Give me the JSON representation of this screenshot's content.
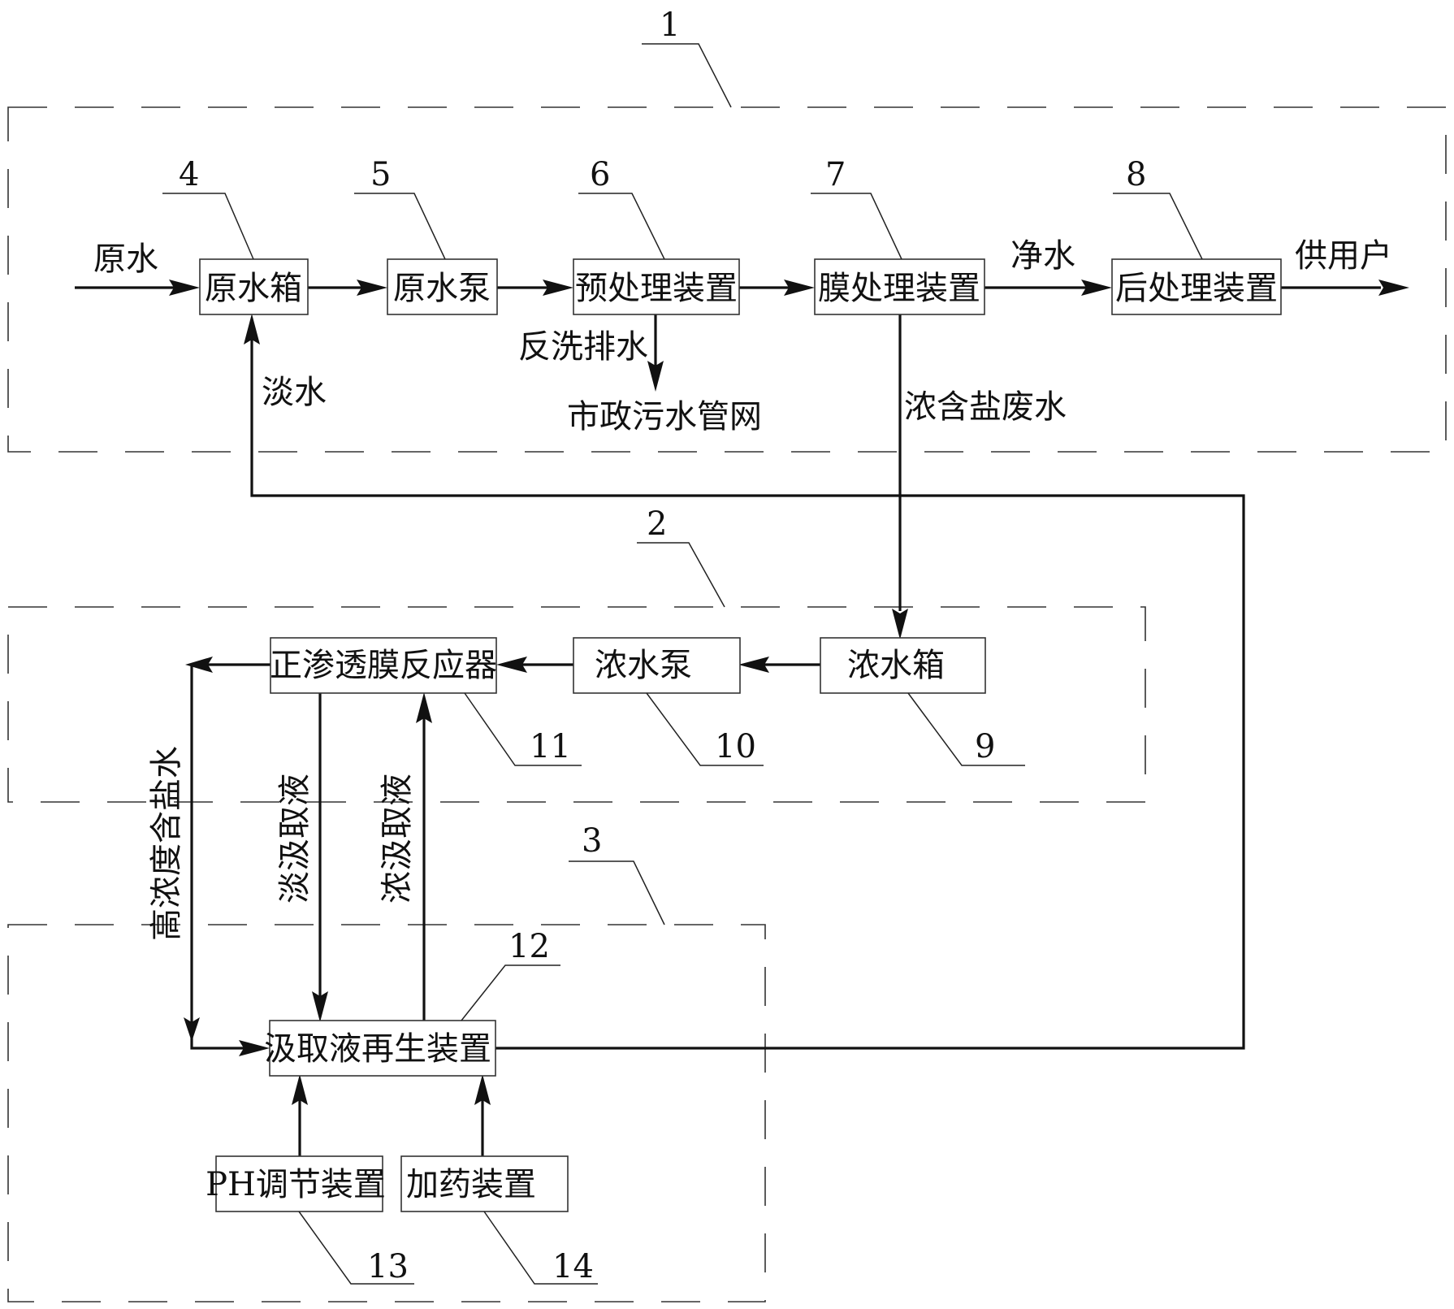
{
  "boxes": {
    "raw_tank": "原水箱",
    "raw_pump": "原水泵",
    "pretreat": "预处理装置",
    "membrane": "膜处理装置",
    "posttreat": "后处理装置",
    "conc_tank": "浓水箱",
    "conc_pump": "浓水泵",
    "fo_reactor": "正渗透膜反应器",
    "regen": "汲取液再生装置",
    "ph": "PH调节装置",
    "dosing": "加药装置"
  },
  "flows": {
    "raw_water": "原水",
    "clean_water": "净水",
    "to_users": "供用户",
    "backwash": "反洗排水",
    "sewer": "市政污水管网",
    "fresh_water": "淡水",
    "conc_waste": "浓含盐废水",
    "high_conc": "高浓度含盐水",
    "dilute_draw": "淡汲取液",
    "conc_draw": "浓汲取液"
  },
  "refs": {
    "r1": "1",
    "r2": "2",
    "r3": "3",
    "r4": "4",
    "r5": "5",
    "r6": "6",
    "r7": "7",
    "r8": "8",
    "r9": "9",
    "r10": "10",
    "r11": "11",
    "r12": "12",
    "r13": "13",
    "r14": "14"
  }
}
